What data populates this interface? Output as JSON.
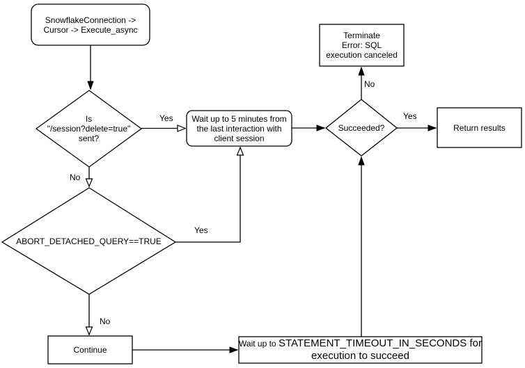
{
  "diagram": {
    "colors": {
      "background": "#ffffff",
      "node_fill": "#ffffff",
      "node_stroke": "#000000",
      "connector": "#000000",
      "text": "#000000"
    },
    "nodes": {
      "start": {
        "type": "rounded-rect",
        "lines": [
          "SnowflakeConnection ->",
          "Cursor -> Execute_async"
        ]
      },
      "session_check": {
        "type": "decision-diamond",
        "lines": [
          "Is",
          "\"/session?delete=true\"",
          "sent?"
        ]
      },
      "wait_client": {
        "type": "rounded-rect",
        "lines": [
          "Wait up to 5 minutes from",
          "the last interaction with",
          "client session"
        ]
      },
      "succeeded": {
        "type": "decision-diamond",
        "lines": [
          "Succeeded?"
        ]
      },
      "terminate": {
        "type": "rect",
        "lines": [
          "Terminate",
          "Error: SQL",
          "execution canceled"
        ]
      },
      "return_results": {
        "type": "rect",
        "lines": [
          "Return results"
        ]
      },
      "abort_check": {
        "type": "decision-diamond",
        "lines": [
          "ABORT_DETACHED_QUERY==TRUE"
        ]
      },
      "continue": {
        "type": "rect",
        "lines": [
          "Continue"
        ]
      },
      "wait_timeout": {
        "type": "rect",
        "prefix": "Wait up to ",
        "variable": "STATEMENT_TIMEOUT_IN_SECONDS",
        "suffix": " for",
        "line2": "execution to succeed"
      }
    },
    "edge_labels": {
      "session_yes": "Yes",
      "session_no": "No",
      "abort_yes": "Yes",
      "abort_no": "No",
      "succeeded_yes": "Yes",
      "succeeded_no": "No"
    }
  }
}
